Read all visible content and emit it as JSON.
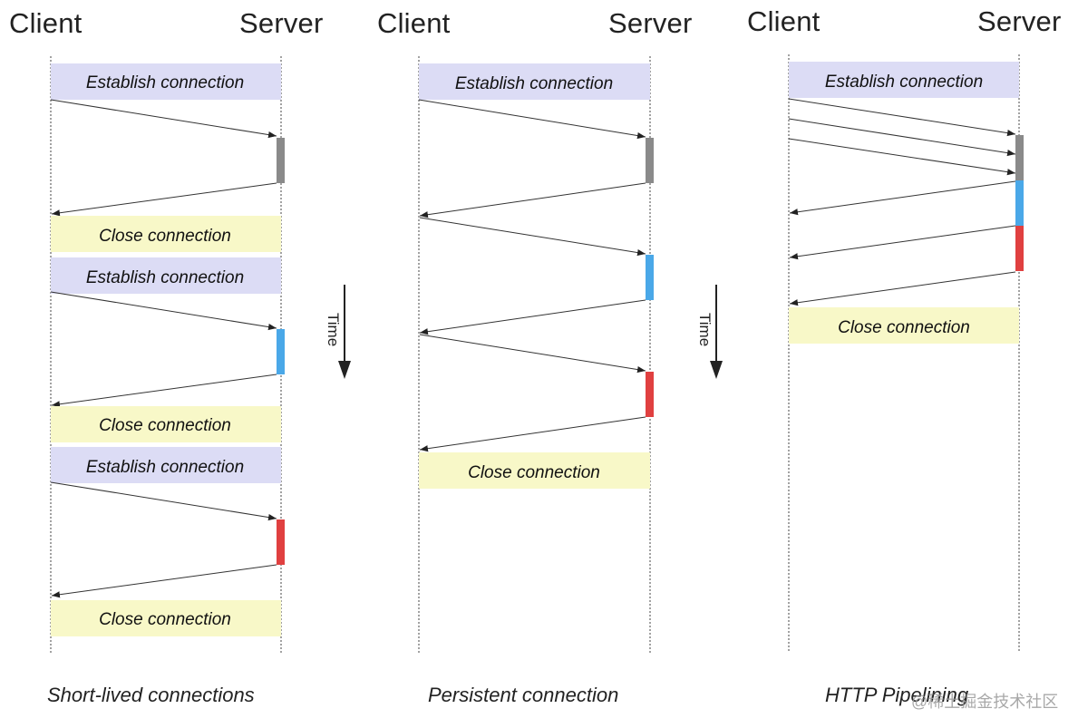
{
  "panels": [
    {
      "client_label": "Client",
      "server_label": "Server",
      "caption": "Short-lived connections",
      "boxes": [
        {
          "text": "Establish connection",
          "kind": "establish"
        },
        {
          "text": "Close connection",
          "kind": "close"
        },
        {
          "text": "Establish connection",
          "kind": "establish"
        },
        {
          "text": "Close connection",
          "kind": "close"
        },
        {
          "text": "Establish connection",
          "kind": "establish"
        },
        {
          "text": "Close connection",
          "kind": "close"
        }
      ]
    },
    {
      "client_label": "Client",
      "server_label": "Server",
      "caption": "Persistent connection",
      "boxes": [
        {
          "text": "Establish connection",
          "kind": "establish"
        },
        {
          "text": "Close connection",
          "kind": "close"
        }
      ]
    },
    {
      "client_label": "Client",
      "server_label": "Server",
      "caption": "HTTP Pipelining",
      "boxes": [
        {
          "text": "Establish connection",
          "kind": "establish"
        },
        {
          "text": "Close connection",
          "kind": "close"
        }
      ]
    }
  ],
  "time_label": "Time",
  "watermark": "@稀土掘金技术社区",
  "colors": {
    "establish_fill": "#dcdcf5",
    "close_fill": "#f8f8c8",
    "gray_bar": "#8a8a8a",
    "blue_bar": "#4aa8e8",
    "red_bar": "#e04040",
    "line": "#333333"
  }
}
